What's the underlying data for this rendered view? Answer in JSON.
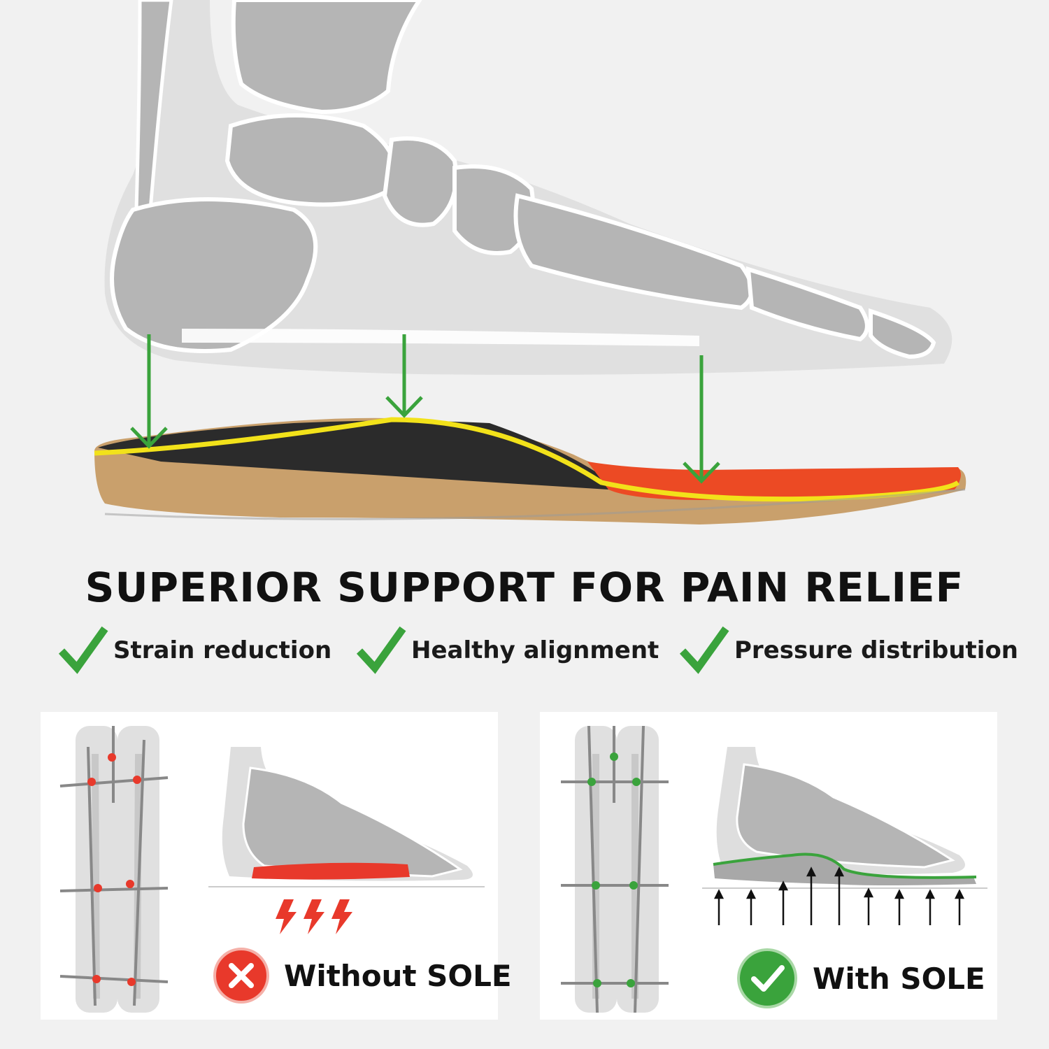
{
  "headline": "SUPERIOR SUPPORT FOR PAIN RELIEF",
  "benefits": [
    {
      "label": "Strain reduction",
      "icon": "check-icon"
    },
    {
      "label": "Healthy alignment",
      "icon": "check-icon"
    },
    {
      "label": "Pressure distribution",
      "icon": "check-icon"
    }
  ],
  "panels": {
    "without": {
      "label": "Without SOLE",
      "icon": "x-circle-icon"
    },
    "with": {
      "label": "With SOLE",
      "icon": "check-circle-icon"
    }
  },
  "colors": {
    "check_green": "#3aa33c",
    "pain_red": "#e8392b",
    "bone_gray": "#b4b4b4",
    "insole_orange": "#ec4a24",
    "cork": "#c9a06c",
    "rim_yellow": "#f2e21a"
  }
}
